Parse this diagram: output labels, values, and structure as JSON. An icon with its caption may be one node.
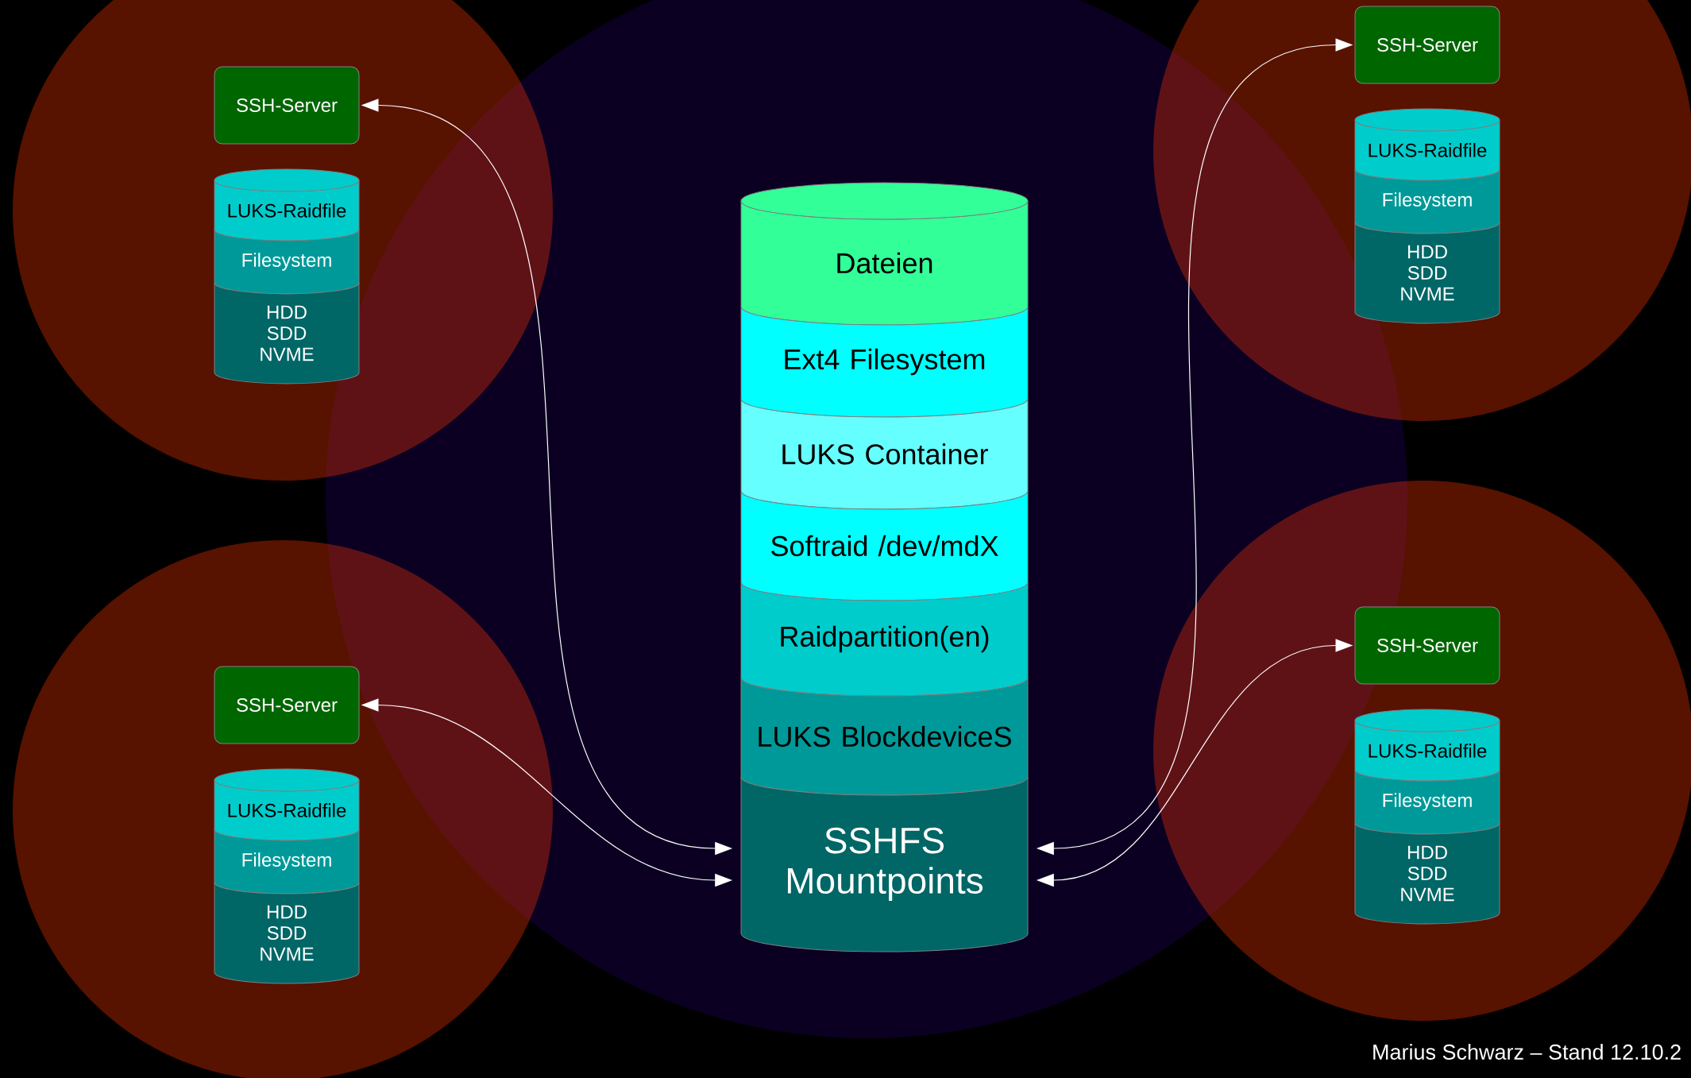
{
  "diagram": {
    "nodes": [
      {
        "text": [],
        "shape": "circle"
      },
      {
        "text": [
          "Dateien"
        ],
        "in": 0
      },
      {
        "text": [
          "Ext4 Filesystem"
        ],
        "in": 0
      },
      {
        "text": [
          "LUKS Container"
        ],
        "in": 0
      },
      {
        "text": [
          "Softraid /dev/mdX"
        ],
        "in": 0
      },
      {
        "text": [
          "Raidpartition(en)"
        ],
        "in": 0
      },
      {
        "text": [
          "LUKS BlockdeviceS"
        ],
        "in": 0
      },
      {
        "text": [
          "SSHFS Mountpoints"
        ],
        "in": 0
      },
      {
        "text": [],
        "shape": "circle"
      },
      {
        "text": [
          "SSH-Server"
        ],
        "in": 8
      },
      {
        "text": [
          "LUKS-Raidfile"
        ],
        "in": 8
      },
      {
        "text": [
          "Filesystem"
        ],
        "in": 8
      },
      {
        "text": [
          "HDD SDD NVME"
        ],
        "in": 8
      },
      {
        "text": [],
        "shape": "circle"
      },
      {
        "text": [
          "SSH-Server"
        ],
        "in": 13
      },
      {
        "text": [
          "LUKS-Raidfile"
        ],
        "in": 13
      },
      {
        "text": [
          "Filesystem"
        ],
        "in": 13
      },
      {
        "text": [
          "HDD SDD NVME"
        ],
        "in": 13
      },
      {
        "text": [],
        "shape": "circle"
      },
      {
        "text": [
          "SSH-Server"
        ],
        "in": 18
      },
      {
        "text": [
          "LUKS-Raidfile"
        ],
        "in": 18
      },
      {
        "text": [
          "Filesystem"
        ],
        "in": 18
      },
      {
        "text": [
          "HDD SDD NVME"
        ],
        "in": 18
      },
      {
        "text": [],
        "shape": "circle"
      },
      {
        "text": [
          "SSH-Server"
        ],
        "in": 23
      },
      {
        "text": [
          "LUKS-Raidfile"
        ],
        "in": 23
      },
      {
        "text": [
          "Filesystem"
        ],
        "in": 23
      },
      {
        "text": [
          "HDD SDD NVME"
        ],
        "in": 23
      }
    ],
    "edges": [
      {
        "from": 9,
        "to": 7,
        "arrow": "both"
      },
      {
        "from": 14,
        "to": 7,
        "arrow": "both"
      },
      {
        "from": 19,
        "to": 7,
        "arrow": "both"
      },
      {
        "from": 24,
        "to": 7,
        "arrow": "both"
      }
    ],
    "labels": [
      "Marius Schwarz – Stand 12.10.2"
    ]
  }
}
